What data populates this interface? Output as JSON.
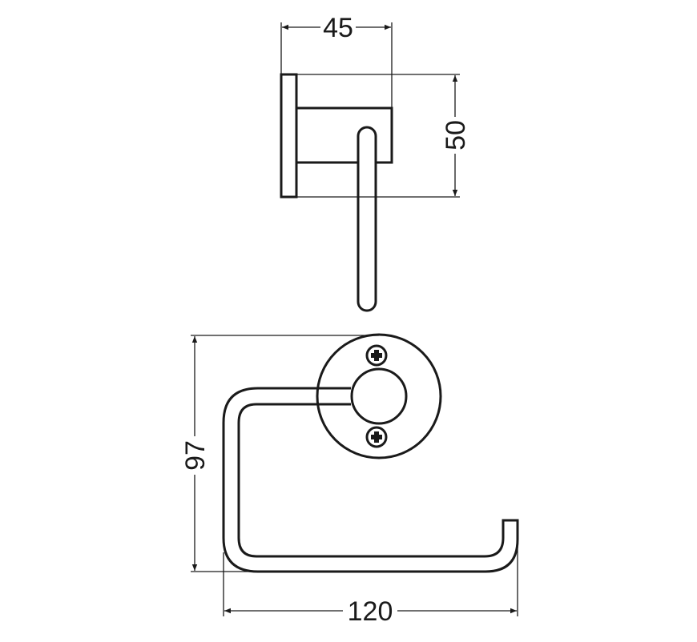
{
  "drawing": {
    "dimensions": {
      "depth": "45",
      "rosette_height_side": "50",
      "height": "97",
      "width": "120"
    },
    "line_color": "#1a1a1a",
    "background": "#ffffff"
  }
}
